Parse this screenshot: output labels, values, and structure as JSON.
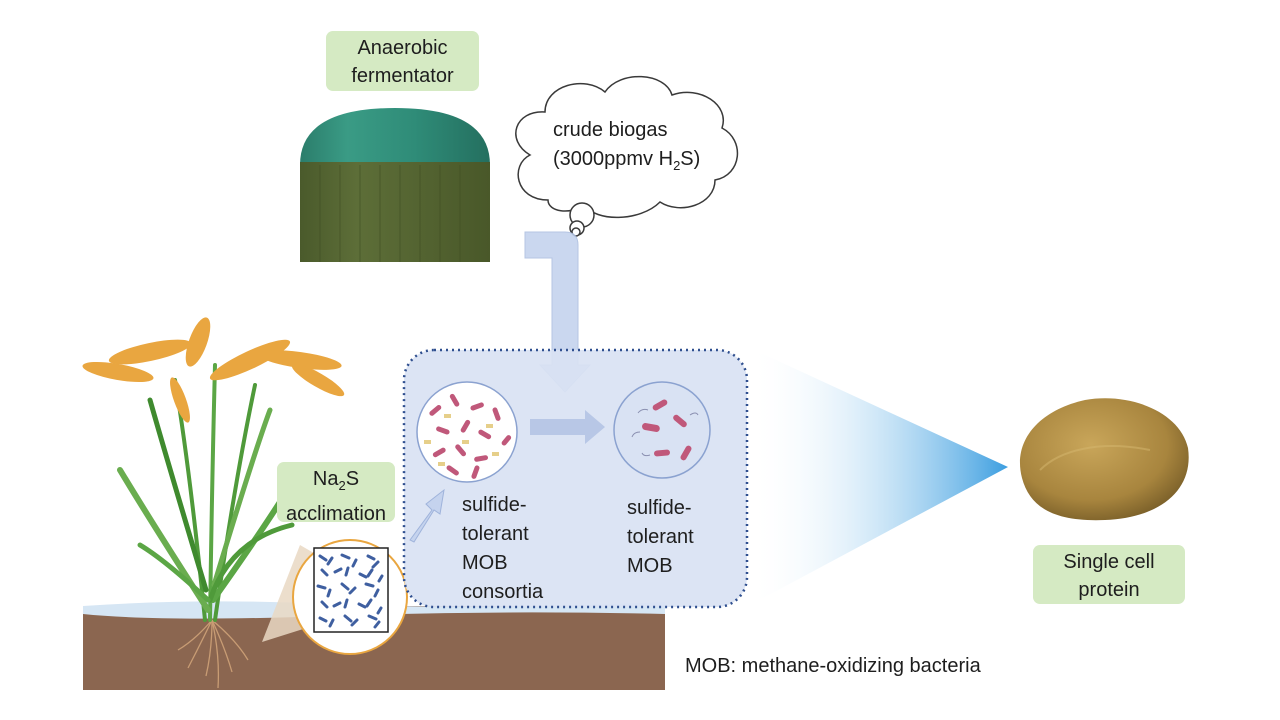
{
  "fermentator": {
    "label_line1": "Anaerobic",
    "label_line2": "fermentator"
  },
  "biogas": {
    "line1": "crude biogas",
    "line2_prefix": "(3000ppmv H",
    "line2_sub": "2",
    "line2_suffix": "S)"
  },
  "acclimation": {
    "line1_prefix": "Na",
    "line1_sub": "2",
    "line1_suffix": "S",
    "line2": "acclimation"
  },
  "consortia": {
    "lines": [
      "sulfide-",
      "tolerant",
      "MOB",
      "consortia"
    ]
  },
  "mob": {
    "lines": [
      "sulfide-",
      "tolerant",
      "MOB"
    ]
  },
  "product": {
    "label_line1": "Single cell",
    "label_line2": "protein"
  },
  "legend": {
    "text": "MOB: methane-oxidizing bacteria"
  },
  "colors": {
    "label_box": "#d5eac3",
    "process_box": "#d9e2f3",
    "process_border": "#2f4f8f",
    "soil": "#8b6650",
    "water": "#d6e6f4",
    "arrow": "#c5d3ee",
    "dome": "#2f8c78",
    "tank": "#4f5f2f",
    "grain": "#e9a640",
    "leaf": "#4f9a3a",
    "bacteria": "#c0587a",
    "powder": "#b58f45"
  },
  "icons": [
    "biogas-cloud-icon",
    "fermentator-tank-icon",
    "rice-plant-icon",
    "bacteria-circle-icon",
    "protein-powder-icon"
  ]
}
